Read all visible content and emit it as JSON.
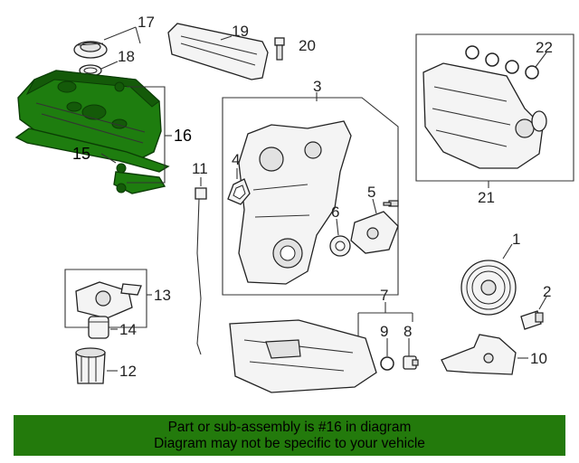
{
  "callouts": [
    "1",
    "2",
    "3",
    "4",
    "5",
    "6",
    "7",
    "8",
    "9",
    "10",
    "11",
    "12",
    "13",
    "14",
    "15",
    "16",
    "17",
    "18",
    "19",
    "20",
    "21",
    "22"
  ],
  "banner": {
    "line1": "Part or sub-assembly is #16 in diagram",
    "line2": "Diagram may not be specific to your vehicle"
  },
  "colors": {
    "highlight": "#1e7d0f",
    "banner_bg": "#237a0c"
  }
}
